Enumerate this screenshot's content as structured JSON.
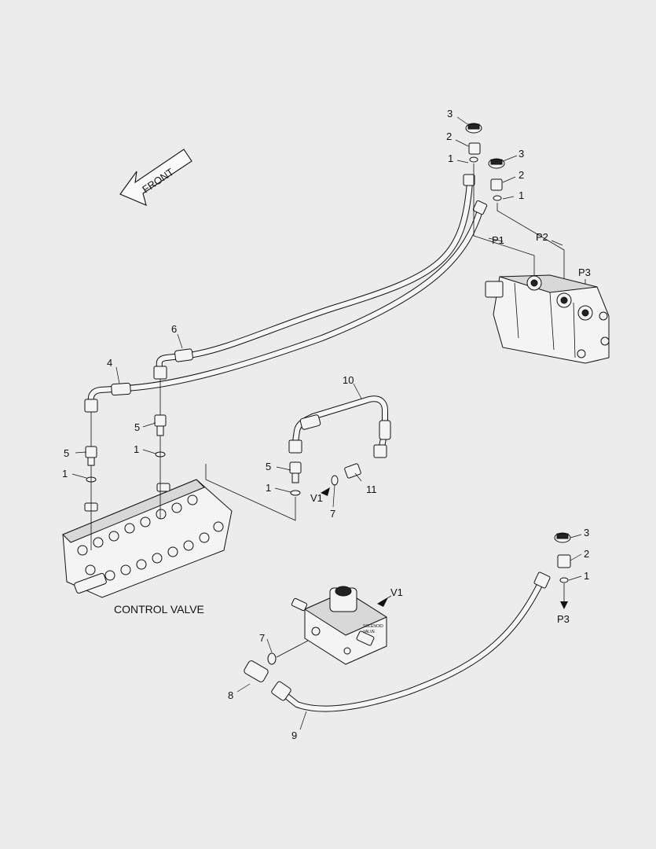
{
  "front_label": "FRONT",
  "control_valve_label": "CONTROL VALVE",
  "callouts": {
    "c1a": "1",
    "c1b": "1",
    "c1c": "1",
    "c1d": "1",
    "c1e": "1",
    "c1f": "1",
    "c2a": "2",
    "c2b": "2",
    "c2c": "2",
    "c3a": "3",
    "c3b": "3",
    "c3c": "3",
    "c4": "4",
    "c5a": "5",
    "c5b": "5",
    "c5c": "5",
    "c6": "6",
    "c7a": "7",
    "c7b": "7",
    "c8": "8",
    "c9": "9",
    "c10": "10",
    "c11": "11"
  },
  "ports": {
    "p1": "P1",
    "p2": "P2",
    "p3": "P3",
    "p3b": "P3",
    "v1a": "V1",
    "v1b": "V1"
  },
  "valve_plate_text": [
    "SOLENOID",
    "VALVE"
  ]
}
